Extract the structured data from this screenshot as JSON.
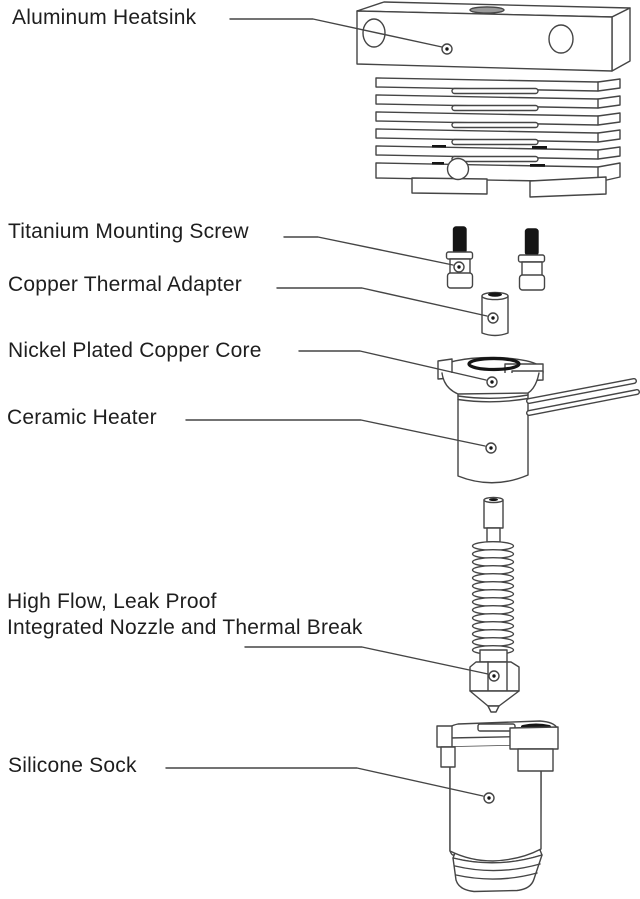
{
  "figure": {
    "background_color": "#ffffff",
    "line_color": "#454545",
    "dark_fill_color": "#151515",
    "text_color": "#1e1e1e"
  },
  "parts": [
    {
      "name": "aluminum-heatsink",
      "label": "Aluminum Heatsink",
      "marker_icon": "bullseye-target"
    },
    {
      "name": "titanium-mounting-screw",
      "label": "Titanium Mounting Screw",
      "marker_icon": "bullseye-target"
    },
    {
      "name": "copper-thermal-adapter",
      "label": "Copper Thermal Adapter",
      "marker_icon": "bullseye-target"
    },
    {
      "name": "nickel-plated-copper-core",
      "label": "Nickel Plated Copper Core",
      "marker_icon": "bullseye-target"
    },
    {
      "name": "ceramic-heater",
      "label": "Ceramic Heater",
      "marker_icon": "bullseye-target"
    },
    {
      "name": "integrated-nozzle",
      "label": "High Flow, Leak Proof\nIntegrated Nozzle and Thermal Break",
      "marker_icon": "bullseye-target"
    },
    {
      "name": "silicone-sock",
      "label": "Silicone Sock",
      "marker_icon": "bullseye-target"
    }
  ]
}
